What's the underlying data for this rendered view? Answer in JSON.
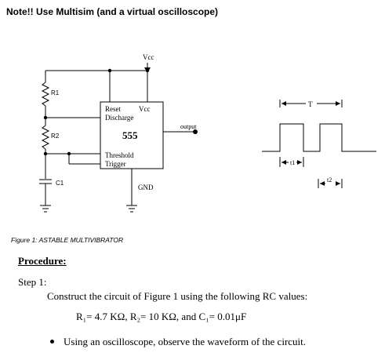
{
  "note": "Note!! Use Multisim (and a virtual oscilloscope)",
  "schematic": {
    "vcc_top": "Vcc",
    "r1": "R1",
    "r2": "R2",
    "c1": "C1",
    "reset": "Reset",
    "discharge": "Discharge",
    "vcc_pin": "Vcc",
    "chip": "555",
    "threshold": "Threshold",
    "trigger": "Trigger",
    "output": "output",
    "gnd": "GND"
  },
  "waveform": {
    "period": "T",
    "t1": "t1",
    "t2": "t2"
  },
  "caption": "Figure 1: ASTABLE MULTIVIBRATOR",
  "procedure": "Procedure:",
  "step1": {
    "label": "Step 1:",
    "instruction": "Construct the circuit of Figure 1 using the following RC values:",
    "values": "R₁= 4.7 KΩ, R₂= 10 KΩ, and C₁= 0.01μF",
    "bullet": "Using an oscilloscope, observe the waveform of the circuit."
  }
}
